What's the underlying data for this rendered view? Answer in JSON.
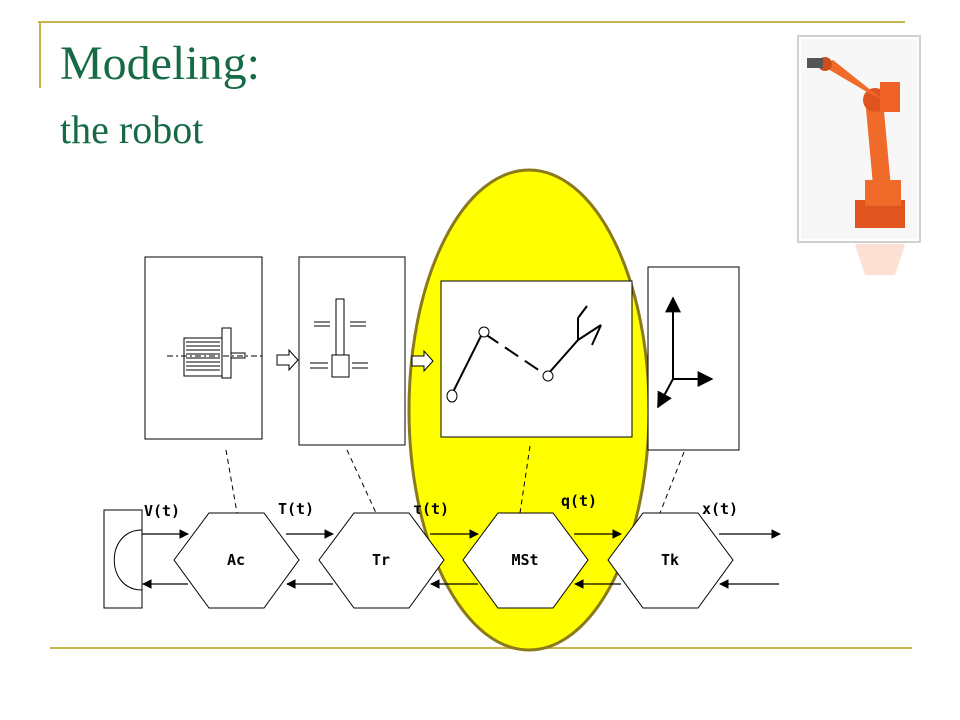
{
  "title": {
    "line1": "Modeling:",
    "line2": "the robot"
  },
  "blocks": [
    "Ac",
    "Tr",
    "MSt",
    "Tk"
  ],
  "signals": [
    "V(t)",
    "T(t)",
    "τ(t)",
    "q(t)",
    "x(t)"
  ],
  "colors": {
    "title": "#166b46",
    "accent_line": "#c8b44a",
    "ellipse_fill": "#ffff00",
    "ellipse_stroke": "#8a7a1a",
    "robot": "#f06a2a"
  },
  "images": {
    "robot_photo": "orange industrial robot arm photo"
  }
}
